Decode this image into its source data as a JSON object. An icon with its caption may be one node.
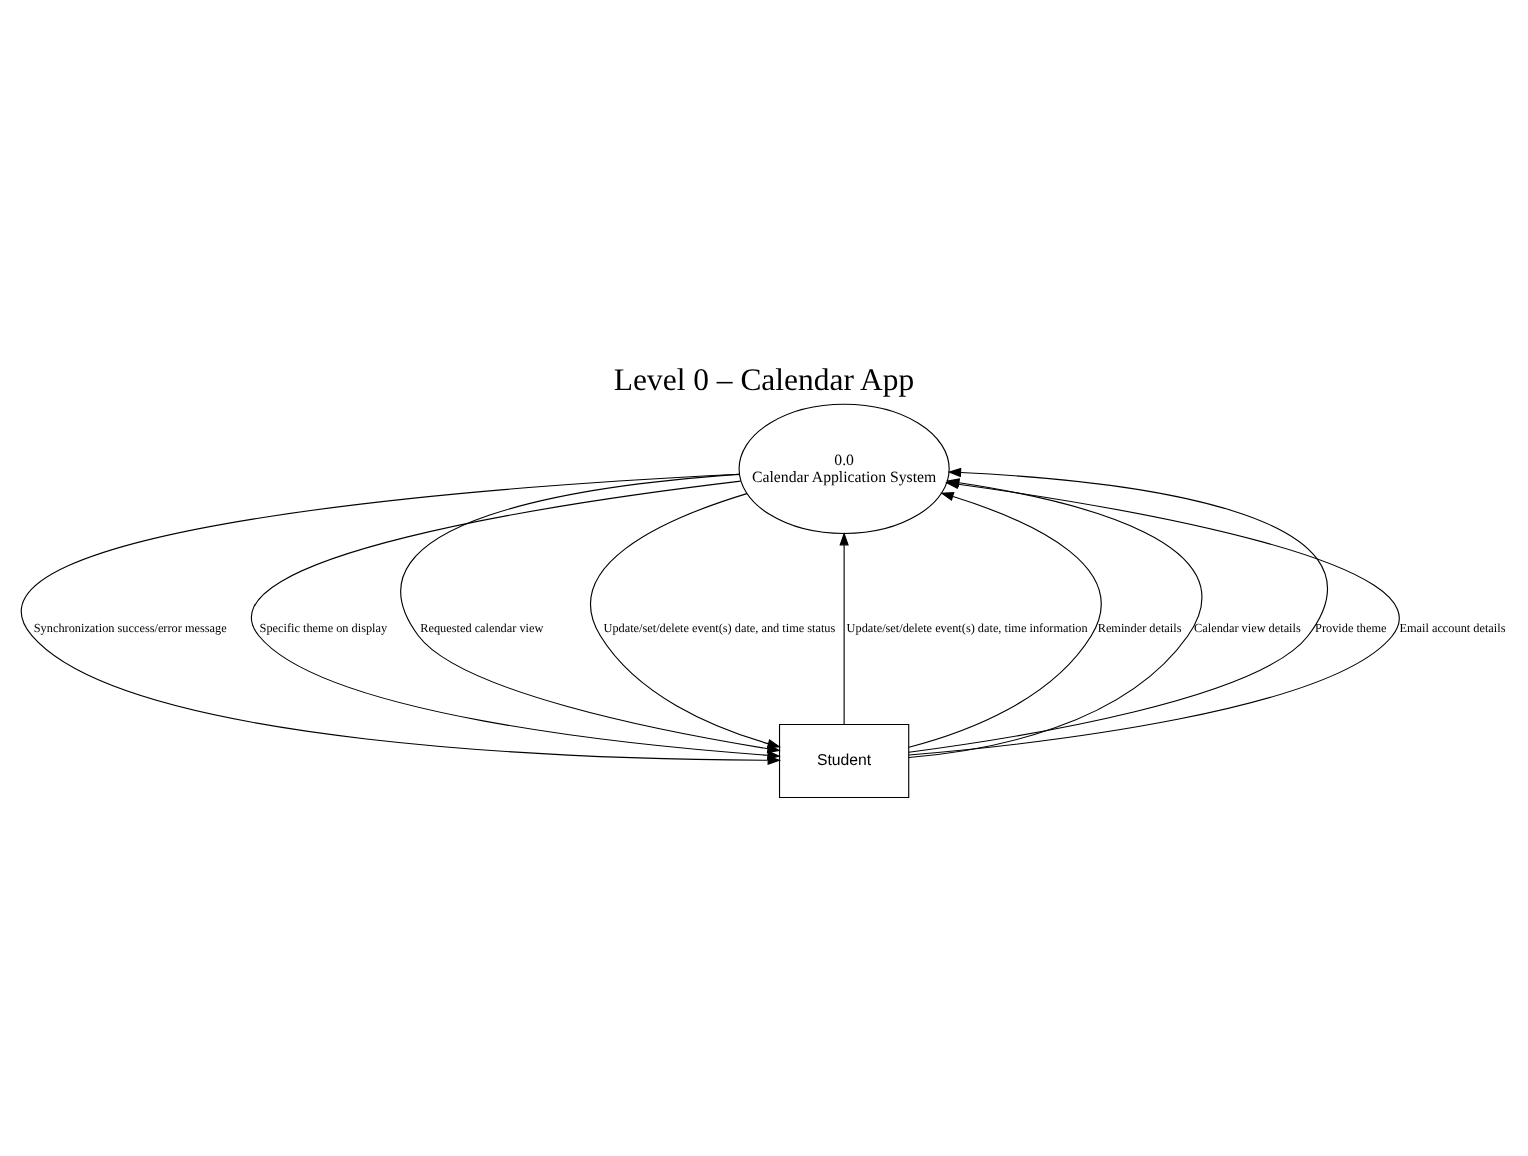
{
  "diagram": {
    "title": "Level 0 – Calendar App",
    "nodes": [
      {
        "text": [
          "0.0",
          "Calendar Application System"
        ]
      },
      {
        "text": [
          "Student"
        ]
      }
    ],
    "edges": [
      {
        "from": 1,
        "to": 0,
        "arrow": "to",
        "label": "Update/set/delete event(s) date, time information"
      },
      {
        "from": 1,
        "to": 0,
        "arrow": "to",
        "label": "Reminder details"
      },
      {
        "from": 1,
        "to": 0,
        "arrow": "to",
        "label": "Calendar view details"
      },
      {
        "from": 1,
        "to": 0,
        "arrow": "to",
        "label": "Provide theme"
      },
      {
        "from": 1,
        "to": 0,
        "arrow": "to",
        "label": "Email account details"
      },
      {
        "from": 0,
        "to": 1,
        "arrow": "to",
        "label": "Synchronization success/error message"
      },
      {
        "from": 0,
        "to": 1,
        "arrow": "to",
        "label": "Specific theme on display"
      },
      {
        "from": 0,
        "to": 1,
        "arrow": "to",
        "label": "Requested calendar view"
      },
      {
        "from": 0,
        "to": 1,
        "arrow": "to",
        "label": "Update/set/delete event(s) date, and time status"
      }
    ]
  }
}
